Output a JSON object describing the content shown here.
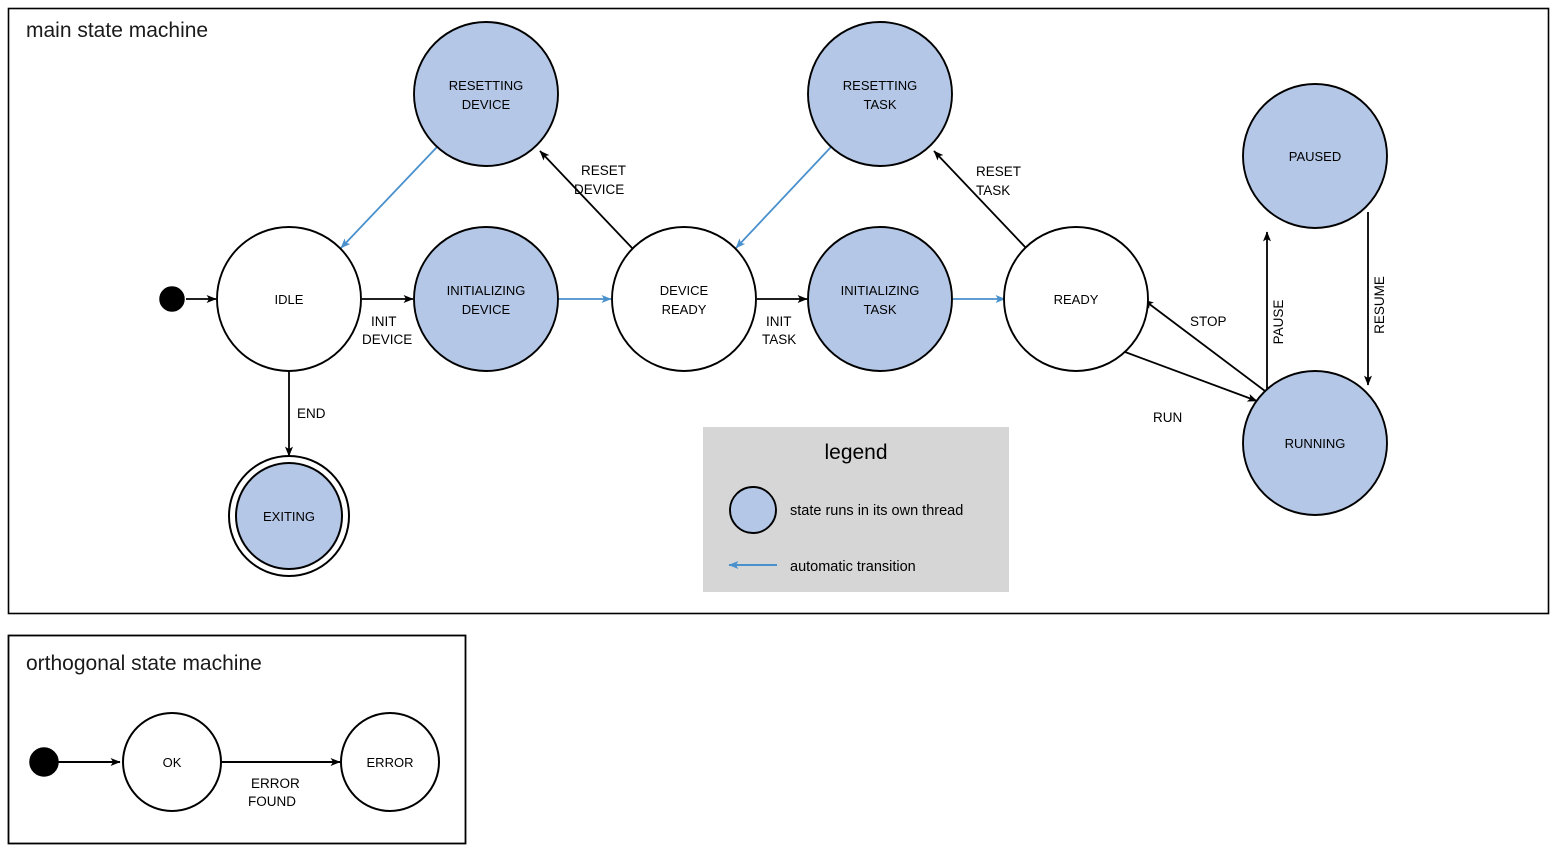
{
  "colors": {
    "thread_state_fill": "#b4c7e7",
    "state_stroke": "#000000",
    "auto_transition": "#4a90cc",
    "legend_bg": "#d6d6d6",
    "frame_stroke": "#000000",
    "page_bg": "#ffffff"
  },
  "main_frame": {
    "title": "main state machine"
  },
  "orthogonal_frame": {
    "title": "orthogonal state machine"
  },
  "legend": {
    "title": "legend",
    "items": [
      {
        "icon": "blue-circle",
        "text": "state runs in its own thread"
      },
      {
        "icon": "blue-arrow-left",
        "text": "automatic transition"
      }
    ]
  },
  "main_states": [
    {
      "id": "start",
      "label": "",
      "kind": "initial"
    },
    {
      "id": "idle",
      "label": "IDLE",
      "kind": "plain"
    },
    {
      "id": "resetting_device",
      "label": "RESETTING\nDEVICE",
      "kind": "thread"
    },
    {
      "id": "initializing_device",
      "label": "INITIALIZING\nDEVICE",
      "kind": "thread"
    },
    {
      "id": "device_ready",
      "label": "DEVICE\nREADY",
      "kind": "plain"
    },
    {
      "id": "resetting_task",
      "label": "RESETTING\nTASK",
      "kind": "thread"
    },
    {
      "id": "initializing_task",
      "label": "INITIALIZING\nTASK",
      "kind": "thread"
    },
    {
      "id": "ready",
      "label": "READY",
      "kind": "plain"
    },
    {
      "id": "paused",
      "label": "PAUSED",
      "kind": "thread"
    },
    {
      "id": "running",
      "label": "RUNNING",
      "kind": "thread"
    },
    {
      "id": "exiting",
      "label": "EXITING",
      "kind": "thread-final"
    }
  ],
  "main_state_labels": {
    "idle": "IDLE",
    "resetting_device_l1": "RESETTING",
    "resetting_device_l2": "DEVICE",
    "initializing_device_l1": "INITIALIZING",
    "initializing_device_l2": "DEVICE",
    "device_ready_l1": "DEVICE",
    "device_ready_l2": "READY",
    "resetting_task_l1": "RESETTING",
    "resetting_task_l2": "TASK",
    "initializing_task_l1": "INITIALIZING",
    "initializing_task_l2": "TASK",
    "ready": "READY",
    "paused": "PAUSED",
    "running": "RUNNING",
    "exiting": "EXITING"
  },
  "main_transitions": [
    {
      "from": "start",
      "to": "idle",
      "label": "",
      "auto": false
    },
    {
      "from": "idle",
      "to": "initializing_device",
      "label": "INIT\nDEVICE",
      "auto": false
    },
    {
      "from": "initializing_device",
      "to": "device_ready",
      "label": "",
      "auto": true
    },
    {
      "from": "device_ready",
      "to": "resetting_device",
      "label": "RESET\nDEVICE",
      "auto": false
    },
    {
      "from": "resetting_device",
      "to": "idle",
      "label": "",
      "auto": true
    },
    {
      "from": "idle",
      "to": "exiting",
      "label": "END",
      "auto": false
    },
    {
      "from": "device_ready",
      "to": "initializing_task",
      "label": "INIT\nTASK",
      "auto": false
    },
    {
      "from": "initializing_task",
      "to": "ready",
      "label": "",
      "auto": true
    },
    {
      "from": "ready",
      "to": "resetting_task",
      "label": "RESET\nTASK",
      "auto": false
    },
    {
      "from": "resetting_task",
      "to": "device_ready",
      "label": "",
      "auto": true
    },
    {
      "from": "ready",
      "to": "running",
      "label": "RUN",
      "auto": false
    },
    {
      "from": "running",
      "to": "ready",
      "label": "STOP",
      "auto": false
    },
    {
      "from": "running",
      "to": "paused",
      "label": "PAUSE",
      "auto": false
    },
    {
      "from": "paused",
      "to": "running",
      "label": "RESUME",
      "auto": false
    }
  ],
  "main_edge_labels": {
    "init_device_l1": "INIT",
    "init_device_l2": "DEVICE",
    "reset_device_l1": "RESET",
    "reset_device_l2": "DEVICE",
    "init_task_l1": "INIT",
    "init_task_l2": "TASK",
    "reset_task_l1": "RESET",
    "reset_task_l2": "TASK",
    "end": "END",
    "run": "RUN",
    "stop": "STOP",
    "pause": "PAUSE",
    "resume": "RESUME"
  },
  "orthogonal_states": [
    {
      "id": "ortho_start",
      "label": "",
      "kind": "initial"
    },
    {
      "id": "ok",
      "label": "OK",
      "kind": "plain"
    },
    {
      "id": "error",
      "label": "ERROR",
      "kind": "plain"
    }
  ],
  "orthogonal_state_labels": {
    "ok": "OK",
    "error": "ERROR"
  },
  "orthogonal_transitions": [
    {
      "from": "ortho_start",
      "to": "ok",
      "label": ""
    },
    {
      "from": "ok",
      "to": "error",
      "label": "ERROR\nFOUND"
    }
  ],
  "orthogonal_edge_labels": {
    "error_found_l1": "ERROR",
    "error_found_l2": "FOUND"
  }
}
